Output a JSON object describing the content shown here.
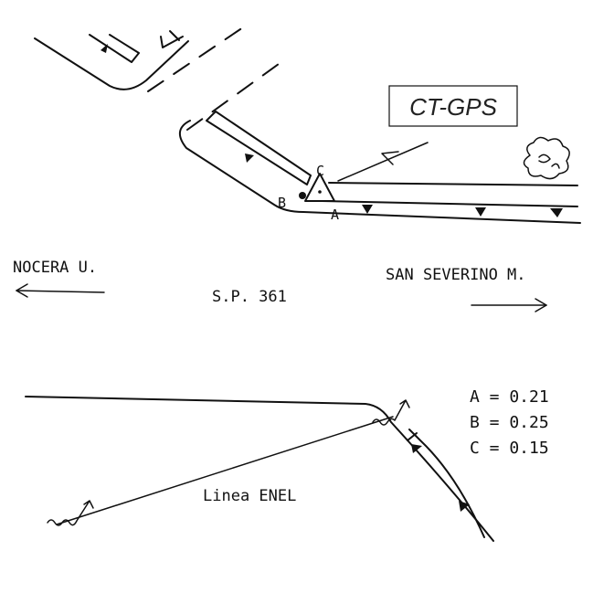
{
  "title_box": {
    "label": "CT-GPS"
  },
  "road": {
    "label": "S.P. 361"
  },
  "directions": {
    "left": "NOCERA U.",
    "right": "SAN SEVERINO M."
  },
  "points": {
    "a": "A",
    "b": "B",
    "c": "C"
  },
  "power_line": {
    "label": "Linea ENEL"
  },
  "distances": [
    {
      "text": "A = 0.21"
    },
    {
      "text": "B = 0.25"
    },
    {
      "text": "C = 0.15"
    }
  ],
  "colors": {
    "ink": "#111111",
    "background": "#ffffff"
  }
}
